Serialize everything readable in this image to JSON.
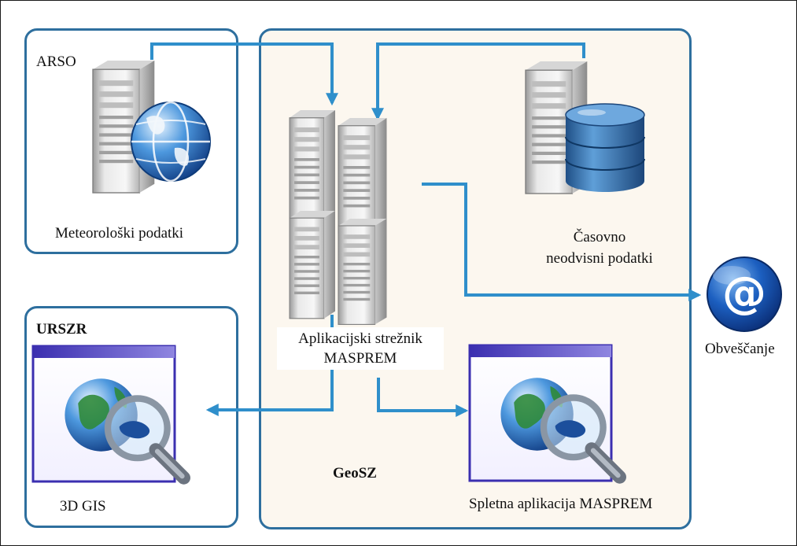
{
  "groups": {
    "arso": {
      "name": "ARSO",
      "caption": "Meteorološki podatki"
    },
    "urszr": {
      "name": "URSZR",
      "caption": "3D GIS"
    },
    "geosz": {
      "name": "GeoSZ"
    }
  },
  "nodes": {
    "app_server": {
      "line1": "Aplikacijski strežnik",
      "line2": "MASPREM"
    },
    "db_server": {
      "line1": "Časovno",
      "line2": "neodvisni podatki"
    },
    "web_app": {
      "label": "Spletna aplikacija MASPREM"
    },
    "notification": {
      "label": "Obveščanje",
      "symbol": "@"
    }
  },
  "colors": {
    "border": "#2e6f9e",
    "arrow": "#2f8fcb",
    "geosz_fill": "#fcf7ef"
  }
}
